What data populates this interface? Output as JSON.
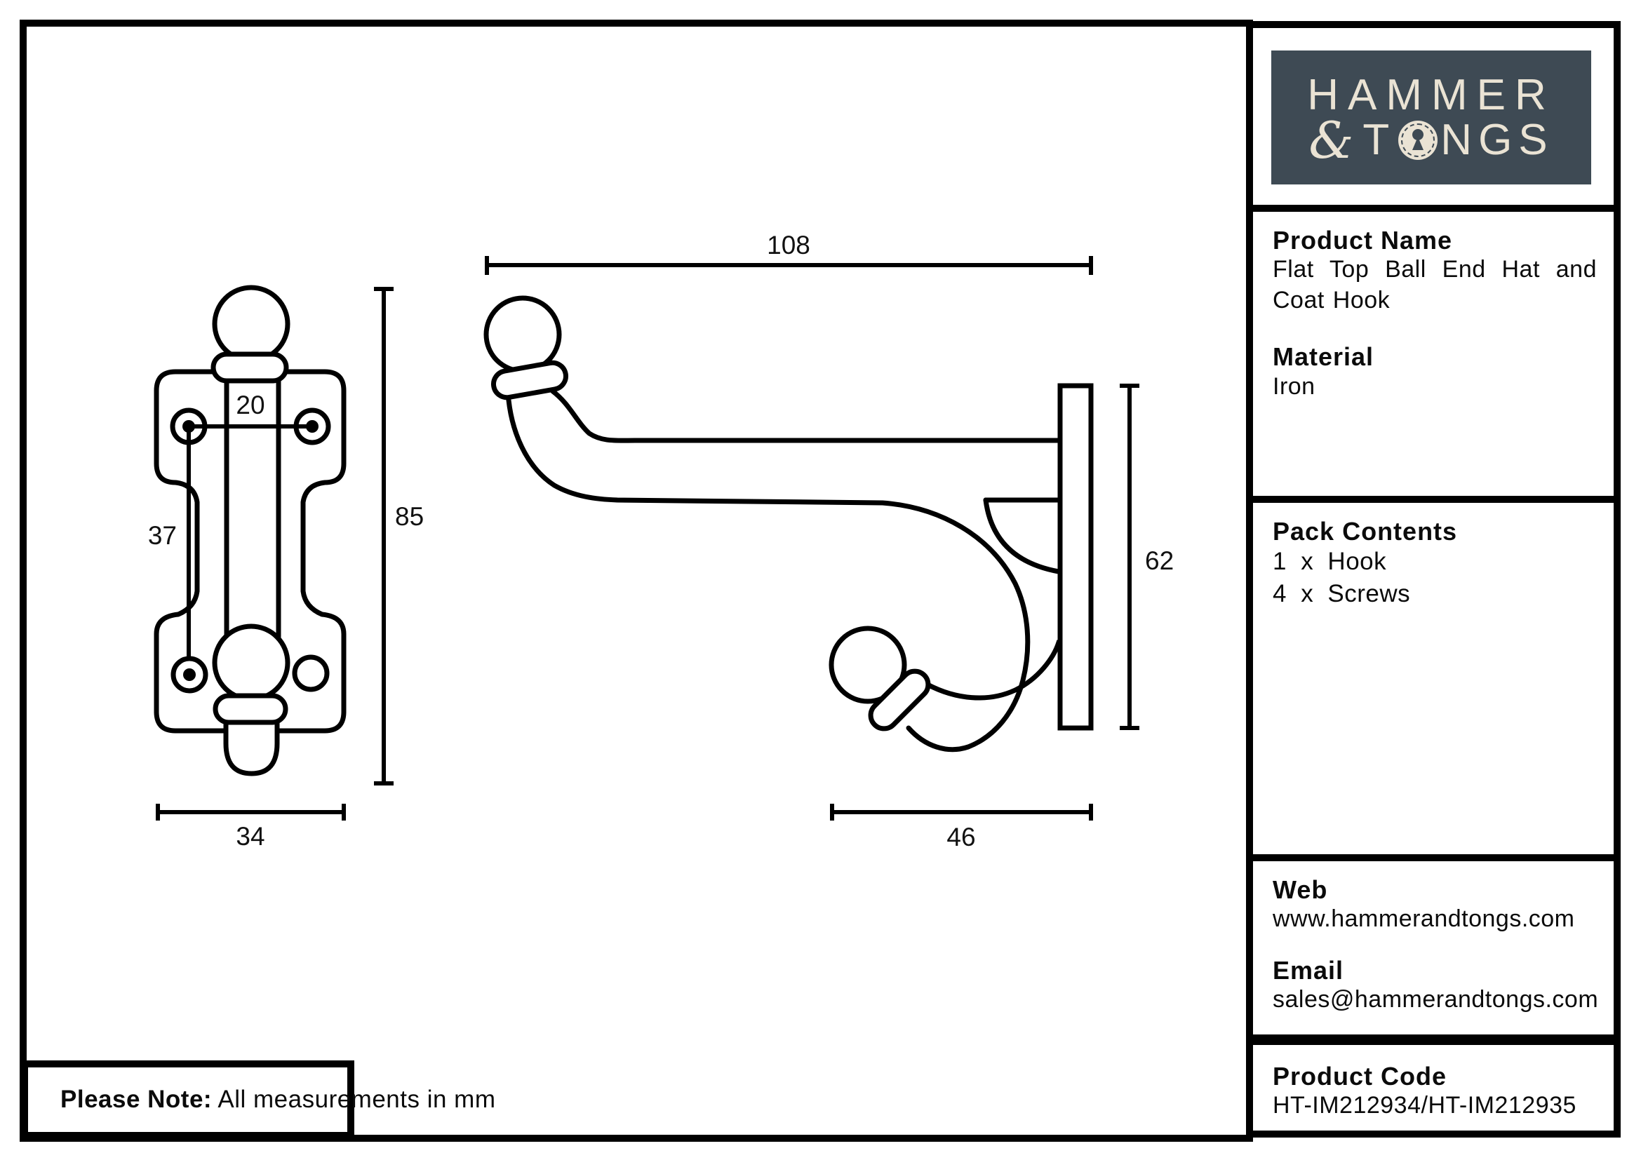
{
  "logo": {
    "line1": "HAMMER",
    "amp": "&",
    "t": "T",
    "rest": "NGS"
  },
  "panels": {
    "product_name": {
      "header": "Product Name",
      "value": "Flat Top Ball End Hat and Coat Hook"
    },
    "material": {
      "header": "Material",
      "value": "Iron"
    },
    "pack_contents": {
      "header": "Pack Contents",
      "items": [
        "1 x Hook",
        "4 x Screws"
      ]
    },
    "web": {
      "header": "Web",
      "value": "www.hammerandtongs.com"
    },
    "email": {
      "header": "Email",
      "value": "sales@hammerandtongs.com"
    },
    "product_code": {
      "header": "Product Code",
      "value": "HT-IM212934/HT-IM212935"
    }
  },
  "note": {
    "label": "Please Note:",
    "text": "All measurements in mm"
  },
  "dimensions": {
    "front": {
      "width": "34",
      "height": "85",
      "hole_spacing": "20",
      "hole_span": "37"
    },
    "side": {
      "length": "108",
      "plate_height": "62",
      "reach": "46"
    }
  },
  "colors": {
    "logo_bg": "#3E4A54",
    "logo_text": "#EAE3D4",
    "line": "#000000"
  }
}
